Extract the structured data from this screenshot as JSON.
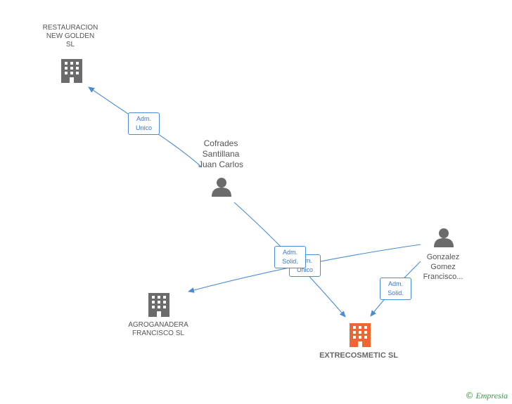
{
  "nodes": {
    "restauracion": {
      "label_lines": [
        "RESTAURACION",
        "NEW GOLDEN",
        "SL"
      ],
      "type": "company"
    },
    "cofrades": {
      "label_lines": [
        "Cofrades",
        "Santillana",
        "Juan Carlos"
      ],
      "type": "person"
    },
    "gonzalez": {
      "label_lines": [
        "Gonzalez",
        "Gomez",
        "Francisco..."
      ],
      "type": "person"
    },
    "agroganadera": {
      "label_lines": [
        "AGROGANADERA",
        "FRANCISCO SL"
      ],
      "type": "company"
    },
    "extrecosmetic": {
      "label_lines": [
        "EXTRECOSMETIC SL"
      ],
      "type": "company-main"
    }
  },
  "edges": {
    "e1": {
      "lines": [
        "Adm.",
        "Unico"
      ]
    },
    "e2": {
      "lines": [
        "Adm.",
        "Unico"
      ]
    },
    "e3": {
      "lines": [
        "Adm.",
        "Solid."
      ]
    },
    "e4": {
      "lines": [
        "Adm.",
        "Solid."
      ]
    }
  },
  "brand": {
    "copyright": "©",
    "name": "Empresia"
  },
  "colors": {
    "edge": "#4a8bd6",
    "company": "#6b6b6b",
    "main_company": "#ee6633",
    "person": "#6b6b6b"
  }
}
